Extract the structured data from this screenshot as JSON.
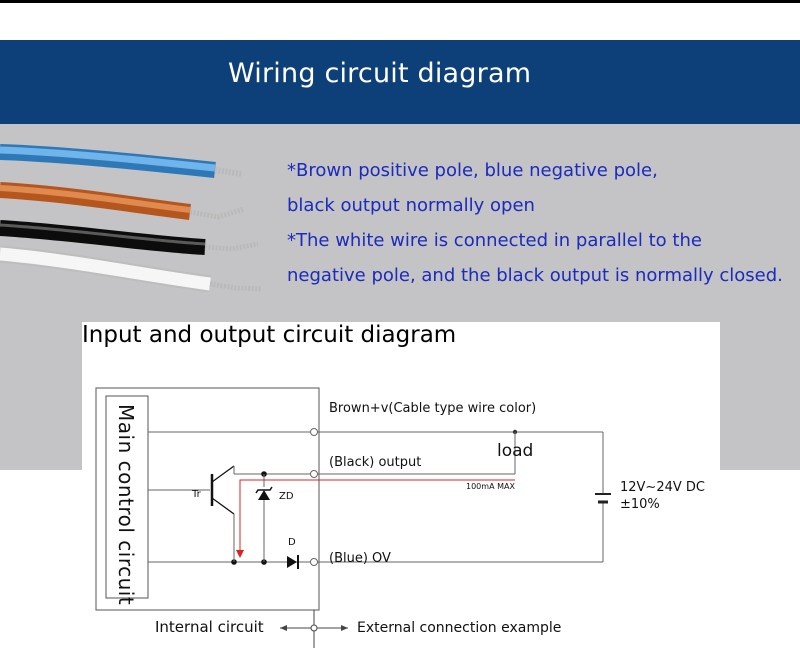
{
  "header": {
    "title": "Wiring circuit diagram"
  },
  "notes": [
    "*Brown positive pole, blue negative pole,",
    "black output normally open",
    "*The white wire is connected in parallel to the",
    "negative pole, and the black output is normally closed."
  ],
  "diagram": {
    "title": "Input and output circuit diagram",
    "main_circuit_label": "Main control circuit",
    "brown_label": "Brown+v(Cable type wire color)",
    "black_label": "(Black) output",
    "blue_label": "(Blue) OV",
    "load_label": "load",
    "current_label": "100mA MAX",
    "supply_label": "12V∼24V DC",
    "tolerance_label": "±10%",
    "transistor_label": "Tr",
    "zener_label": "ZD",
    "diode_label": "D",
    "internal_label": "Internal circuit",
    "external_label": "External connection example"
  },
  "colors": {
    "banner": "#0d3f78",
    "note_text": "#1a2bbd",
    "gray_band": "#c4c3c5",
    "wire_blue": "#4d9ad8",
    "wire_brown": "#c8662e",
    "wire_black": "#111111",
    "wire_white": "#f4f4f4",
    "output_path": "#e02020"
  }
}
